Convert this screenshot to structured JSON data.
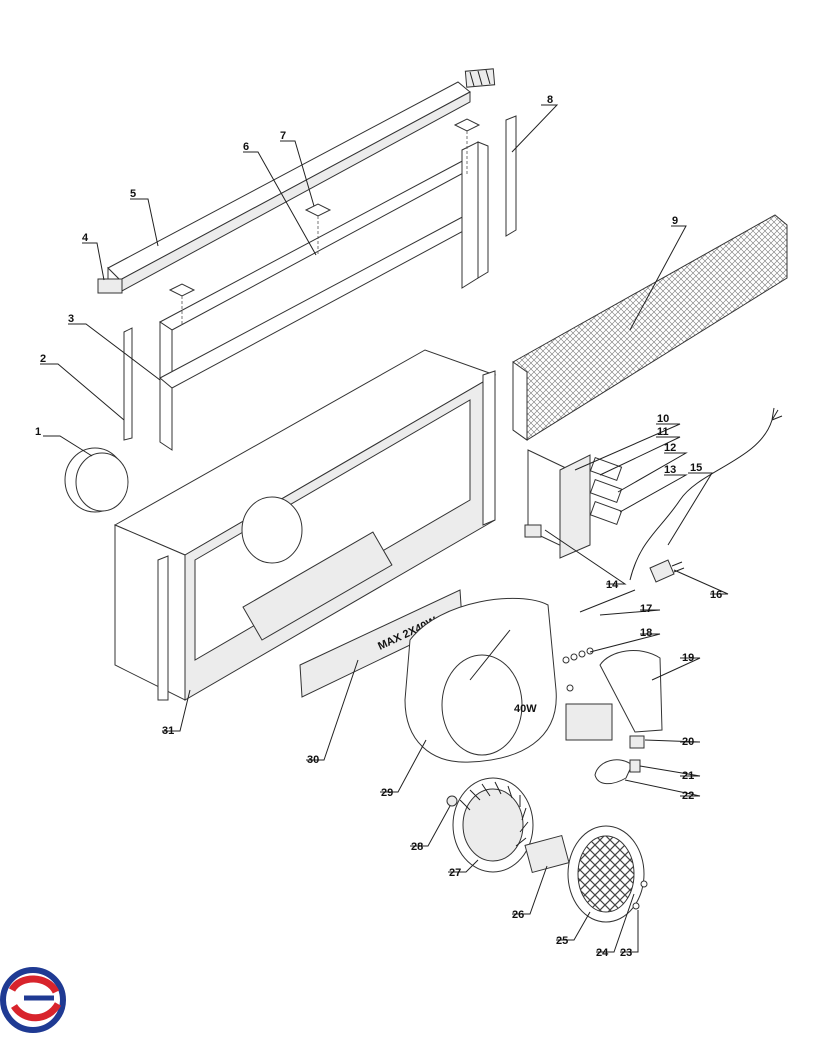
{
  "diagram": {
    "callouts": [
      "1",
      "2",
      "3",
      "4",
      "5",
      "6",
      "7",
      "8",
      "9",
      "10",
      "11",
      "12",
      "13",
      "14",
      "15",
      "16",
      "17",
      "18",
      "19",
      "20",
      "21",
      "22",
      "23",
      "24",
      "25",
      "26",
      "27",
      "28",
      "29",
      "30",
      "31"
    ],
    "label_text": "MAX 2X40W",
    "fan_marking": "40W"
  },
  "colors": {
    "line": "#222222",
    "logo_red": "#d8242c",
    "logo_blue": "#1f3a93"
  }
}
